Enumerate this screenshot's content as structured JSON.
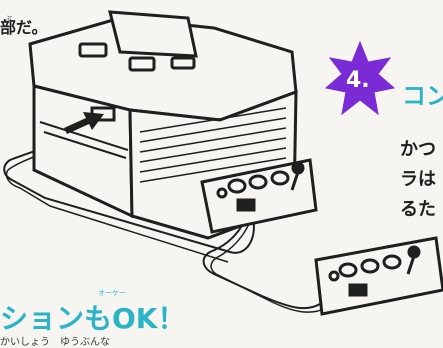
{
  "text": {
    "top_left_fragment": "部だ。",
    "top_left_ruby": "ぶ",
    "step_number": "4.",
    "heading_right_fragment": "コン",
    "body_right_line1": "かつ",
    "body_right_line2": "ラは",
    "body_right_line3": "るた",
    "bottom_heading_fragment": "ションもOK！",
    "bottom_heading_ruby": "オーケー",
    "bottom_cut_text": "かいしょう　ゆうぶんな"
  },
  "colors": {
    "accent_purple": "#7a2bd6",
    "heading_teal": "#2ab4c6",
    "ink": "#1f1f1f",
    "paper": "#f6f5f1"
  },
  "icons": {
    "step_badge": "starburst-badge",
    "arrow": "right-arrow",
    "console": "game-console",
    "controller_1": "arcade-joystick-controller",
    "controller_2": "arcade-joystick-controller"
  }
}
